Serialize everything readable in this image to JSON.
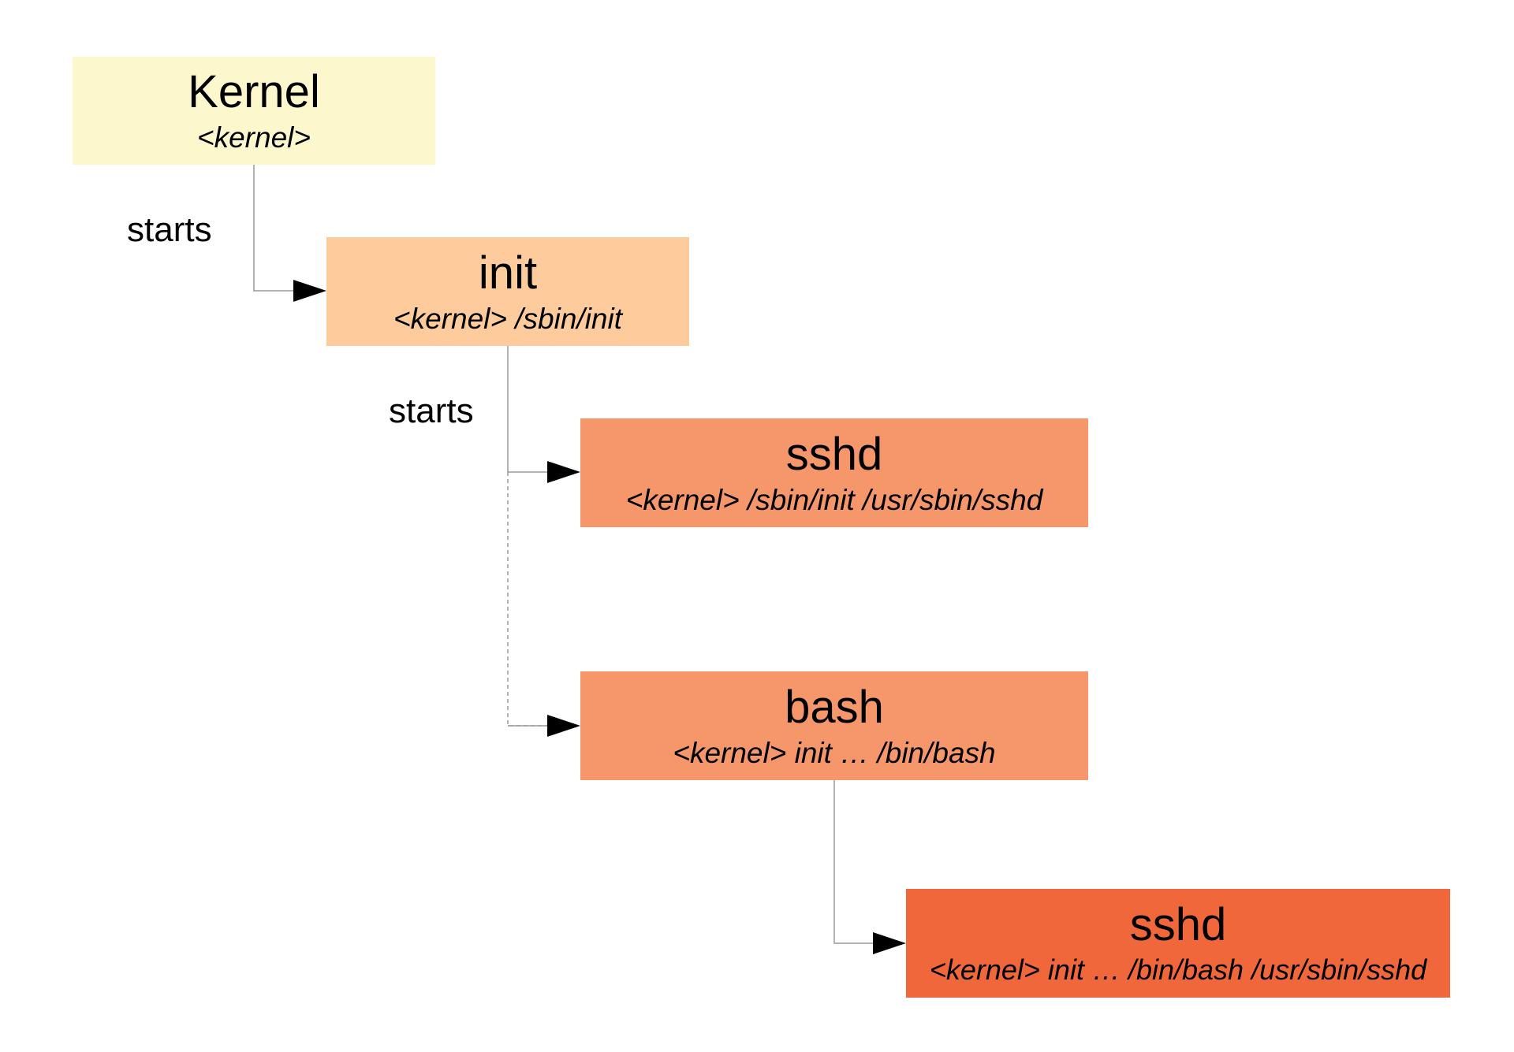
{
  "nodes": [
    {
      "id": "kernel",
      "title": "Kernel",
      "subtitle": "<kernel>",
      "color": "#FCF7CC"
    },
    {
      "id": "init",
      "title": "init",
      "subtitle": "<kernel> /sbin/init",
      "color": "#FDCB9C"
    },
    {
      "id": "sshd1",
      "title": "sshd",
      "subtitle": "<kernel> /sbin/init /usr/sbin/sshd",
      "color": "#F5976A"
    },
    {
      "id": "bash",
      "title": "bash",
      "subtitle": "<kernel> init … /bin/bash",
      "color": "#F5976A"
    },
    {
      "id": "sshd2",
      "title": "sshd",
      "subtitle": "<kernel> init … /bin/bash /usr/sbin/sshd",
      "color": "#F0673B"
    }
  ],
  "edge_labels": [
    "starts",
    "starts"
  ],
  "edges": [
    {
      "from": "kernel",
      "to": "init",
      "style": "solid"
    },
    {
      "from": "init",
      "to": "sshd1",
      "style": "solid"
    },
    {
      "from": "init",
      "to": "bash",
      "style": "dashed"
    },
    {
      "from": "bash",
      "to": "sshd2",
      "style": "solid"
    }
  ],
  "colors": {
    "connector": "#9a9a9a",
    "arrowhead": "#000000"
  }
}
